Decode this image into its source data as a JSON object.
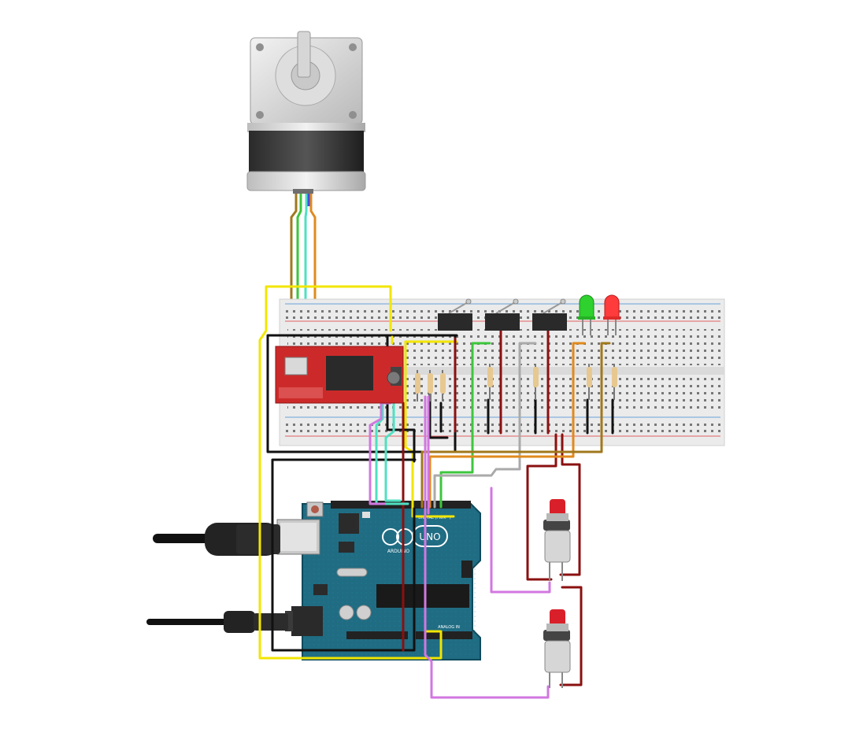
{
  "board": {
    "brand_text": "ARDUINO",
    "model_text": "UNO",
    "digital_label": "DIGITAL (PWM~)",
    "analog_label": "ANALOG IN"
  },
  "colors": {
    "wire_yellow": "#f2e600",
    "wire_black": "#111111",
    "wire_red": "#8b1010",
    "wire_green": "#3cc63c",
    "wire_orange": "#e08a1e",
    "wire_gray": "#aaaaaa",
    "wire_cyan": "#4fe0c2",
    "wire_brown": "#a0781c",
    "wire_pink": "#d277e0",
    "arduino_teal": "#1f6c83",
    "driver_red": "#cc2a2a",
    "led_green": "#2ed12e",
    "led_red": "#ff3b3b",
    "breadboard": "#ededed"
  }
}
